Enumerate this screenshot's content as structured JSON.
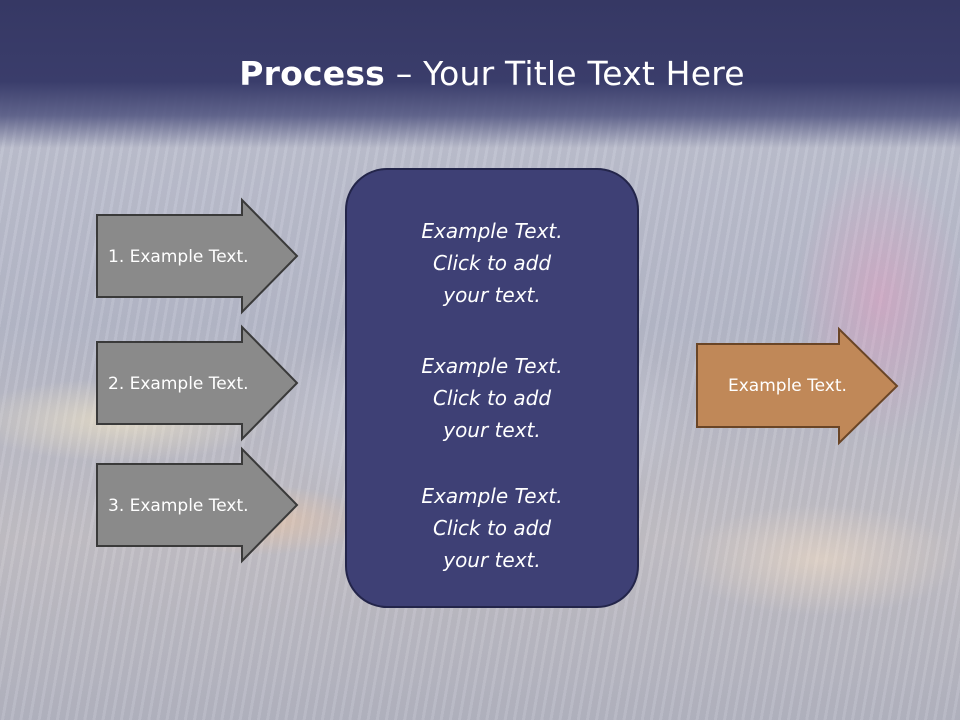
{
  "slide": {
    "title_bold": "Process",
    "title_rest": " – Your Title Text Here",
    "steps": [
      {
        "label": "1. Example Text."
      },
      {
        "label": "2. Example Text."
      },
      {
        "label": "3. Example Text."
      }
    ],
    "center_blocks": [
      {
        "line1": "Example Text.",
        "line2": "Click  to add",
        "line3": "your text."
      },
      {
        "line1": "Example Text.",
        "line2": "Click  to add",
        "line3": "your text."
      },
      {
        "line1": "Example Text.",
        "line2": "Click  to add",
        "line3": "your text."
      }
    ],
    "result": {
      "label": "Example Text."
    }
  },
  "colors": {
    "header": "#373a66",
    "center_box": "#3e4075",
    "step_arrow": "#8a8a8a",
    "result_arrow": "#c08858"
  }
}
